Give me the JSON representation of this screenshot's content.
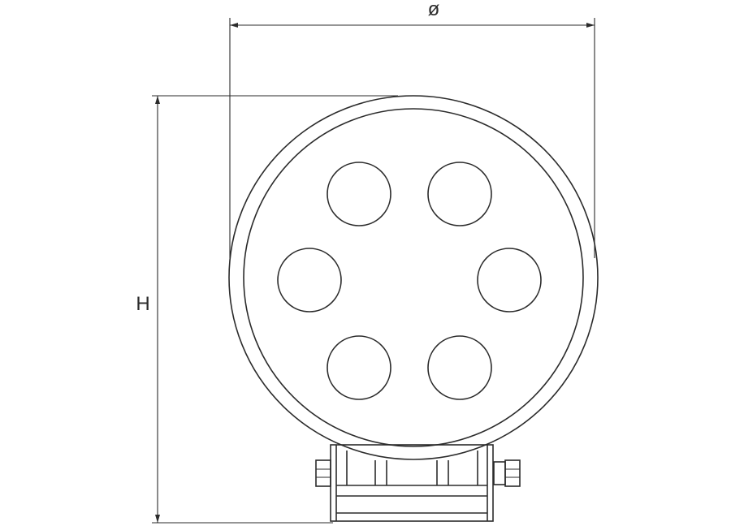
{
  "dimensions": {
    "diameter_label": "ø",
    "height_label": "H"
  },
  "colors": {
    "line": "#2b2b2b",
    "background": "#ffffff"
  },
  "led_count": 6
}
